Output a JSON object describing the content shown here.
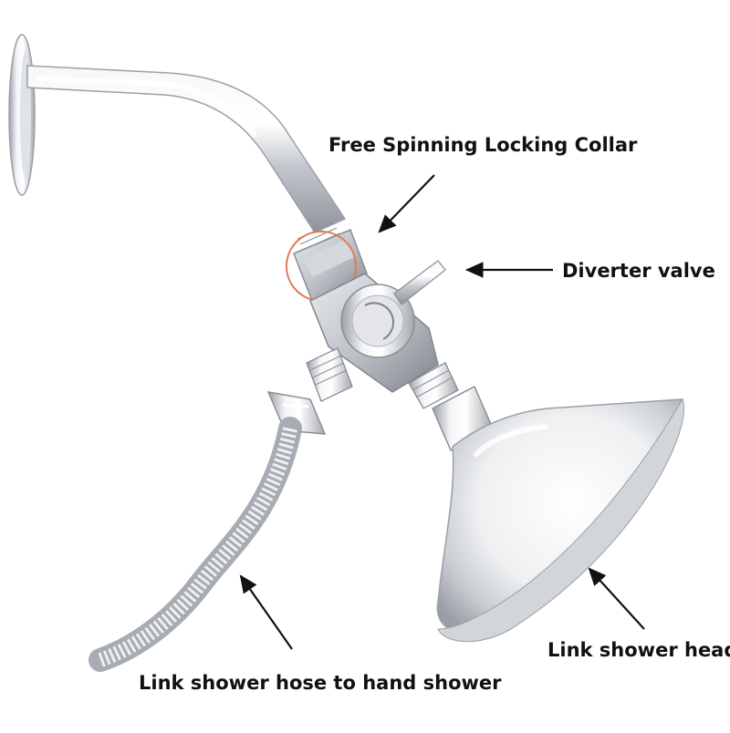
{
  "labels": {
    "collar": "Free Spinning Locking Collar",
    "diverter": "Diverter valve",
    "head": "Link shower head",
    "hose": "Link shower hose to hand shower"
  },
  "colors": {
    "chrome_light": "#f4f5f7",
    "chrome_mid": "#c9ccd1",
    "chrome_dark": "#8d9299",
    "highlight_circle": "#e07a4f",
    "arrow": "#111111",
    "text": "#111111"
  }
}
